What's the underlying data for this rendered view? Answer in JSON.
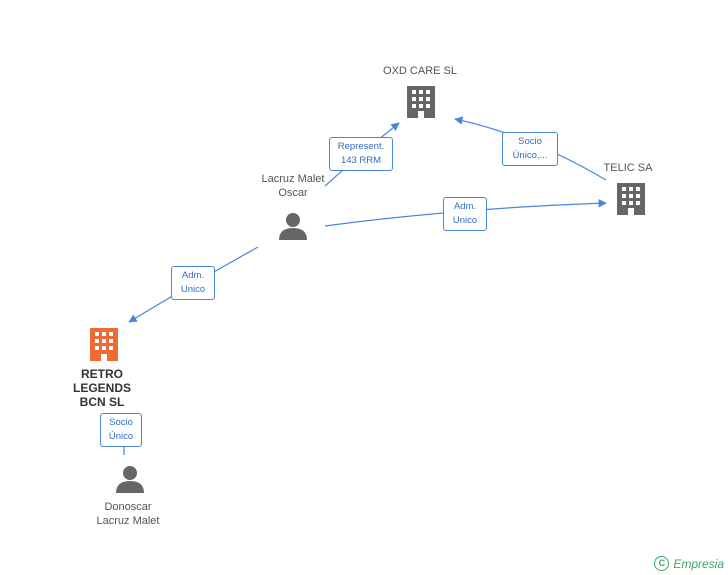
{
  "nodes": {
    "oxd_care": {
      "label": "OXD CARE SL",
      "type": "company",
      "color": "#666666"
    },
    "telic": {
      "label": "TELIC SA",
      "type": "company",
      "color": "#666666"
    },
    "lacruz_malet_oscar": {
      "label_lines": [
        "Lacruz Malet",
        "Oscar"
      ],
      "type": "person",
      "color": "#666666"
    },
    "retro_legends": {
      "label_lines": [
        "RETRO",
        "LEGENDS",
        "BCN SL"
      ],
      "type": "company",
      "color": "#f06a35"
    },
    "donoscar": {
      "label_lines": [
        "Donoscar",
        "Lacruz Malet"
      ],
      "type": "person",
      "color": "#666666"
    }
  },
  "edges": {
    "represent": {
      "label_lines": [
        "Represent.",
        "143 RRM"
      ]
    },
    "socio_unico_telic": {
      "label_lines": [
        "Socio",
        "Único,..."
      ]
    },
    "adm_unico_telic": {
      "label_lines": [
        "Adm.",
        "Unico"
      ]
    },
    "adm_unico_retro": {
      "label_lines": [
        "Adm.",
        "Unico"
      ]
    },
    "socio_unico_retro": {
      "label_lines": [
        "Socio",
        "Único"
      ]
    }
  },
  "colors": {
    "edge": "#4a86d8",
    "accent": "#f06a35",
    "brand": "#3aa36b"
  },
  "footer": {
    "copyright_symbol": "C",
    "brand": "Empresia"
  }
}
